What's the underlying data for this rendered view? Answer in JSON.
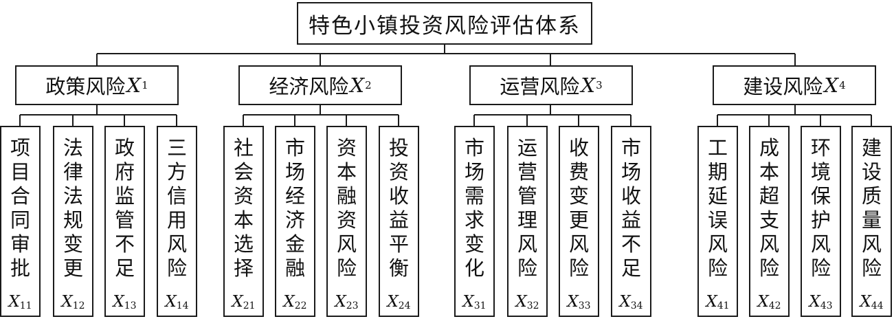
{
  "root": {
    "title": "特色小镇投资风险评估体系"
  },
  "categories": [
    {
      "label": "政策风险",
      "symbol": "X",
      "sub": "1",
      "items": [
        {
          "text": "项目合同审批",
          "code": "X",
          "sub": "11"
        },
        {
          "text": "法律法规变更",
          "code": "X",
          "sub": "12"
        },
        {
          "text": "政府监管不足",
          "code": "X",
          "sub": "13"
        },
        {
          "text": "三方信用风险",
          "code": "X",
          "sub": "14"
        }
      ]
    },
    {
      "label": "经济风险",
      "symbol": "X",
      "sub": "2",
      "items": [
        {
          "text": "社会资本选择",
          "code": "X",
          "sub": "21"
        },
        {
          "text": "市场经济金融",
          "code": "X",
          "sub": "22"
        },
        {
          "text": "资本融资风险",
          "code": "X",
          "sub": "23"
        },
        {
          "text": "投资收益平衡",
          "code": "X",
          "sub": "24"
        }
      ]
    },
    {
      "label": "运营风险",
      "symbol": "X",
      "sub": "3",
      "items": [
        {
          "text": "市场需求变化",
          "code": "X",
          "sub": "31"
        },
        {
          "text": "运营管理风险",
          "code": "X",
          "sub": "32"
        },
        {
          "text": "收费变更风险",
          "code": "X",
          "sub": "33"
        },
        {
          "text": "市场收益不足",
          "code": "X",
          "sub": "34"
        }
      ]
    },
    {
      "label": "建设风险",
      "symbol": "X",
      "sub": "4",
      "items": [
        {
          "text": "工期延误风险",
          "code": "X",
          "sub": "41"
        },
        {
          "text": "成本超支风险",
          "code": "X",
          "sub": "42"
        },
        {
          "text": "环境保护风险",
          "code": "X",
          "sub": "43"
        },
        {
          "text": "建设质量风险",
          "code": "X",
          "sub": "44"
        }
      ]
    }
  ]
}
